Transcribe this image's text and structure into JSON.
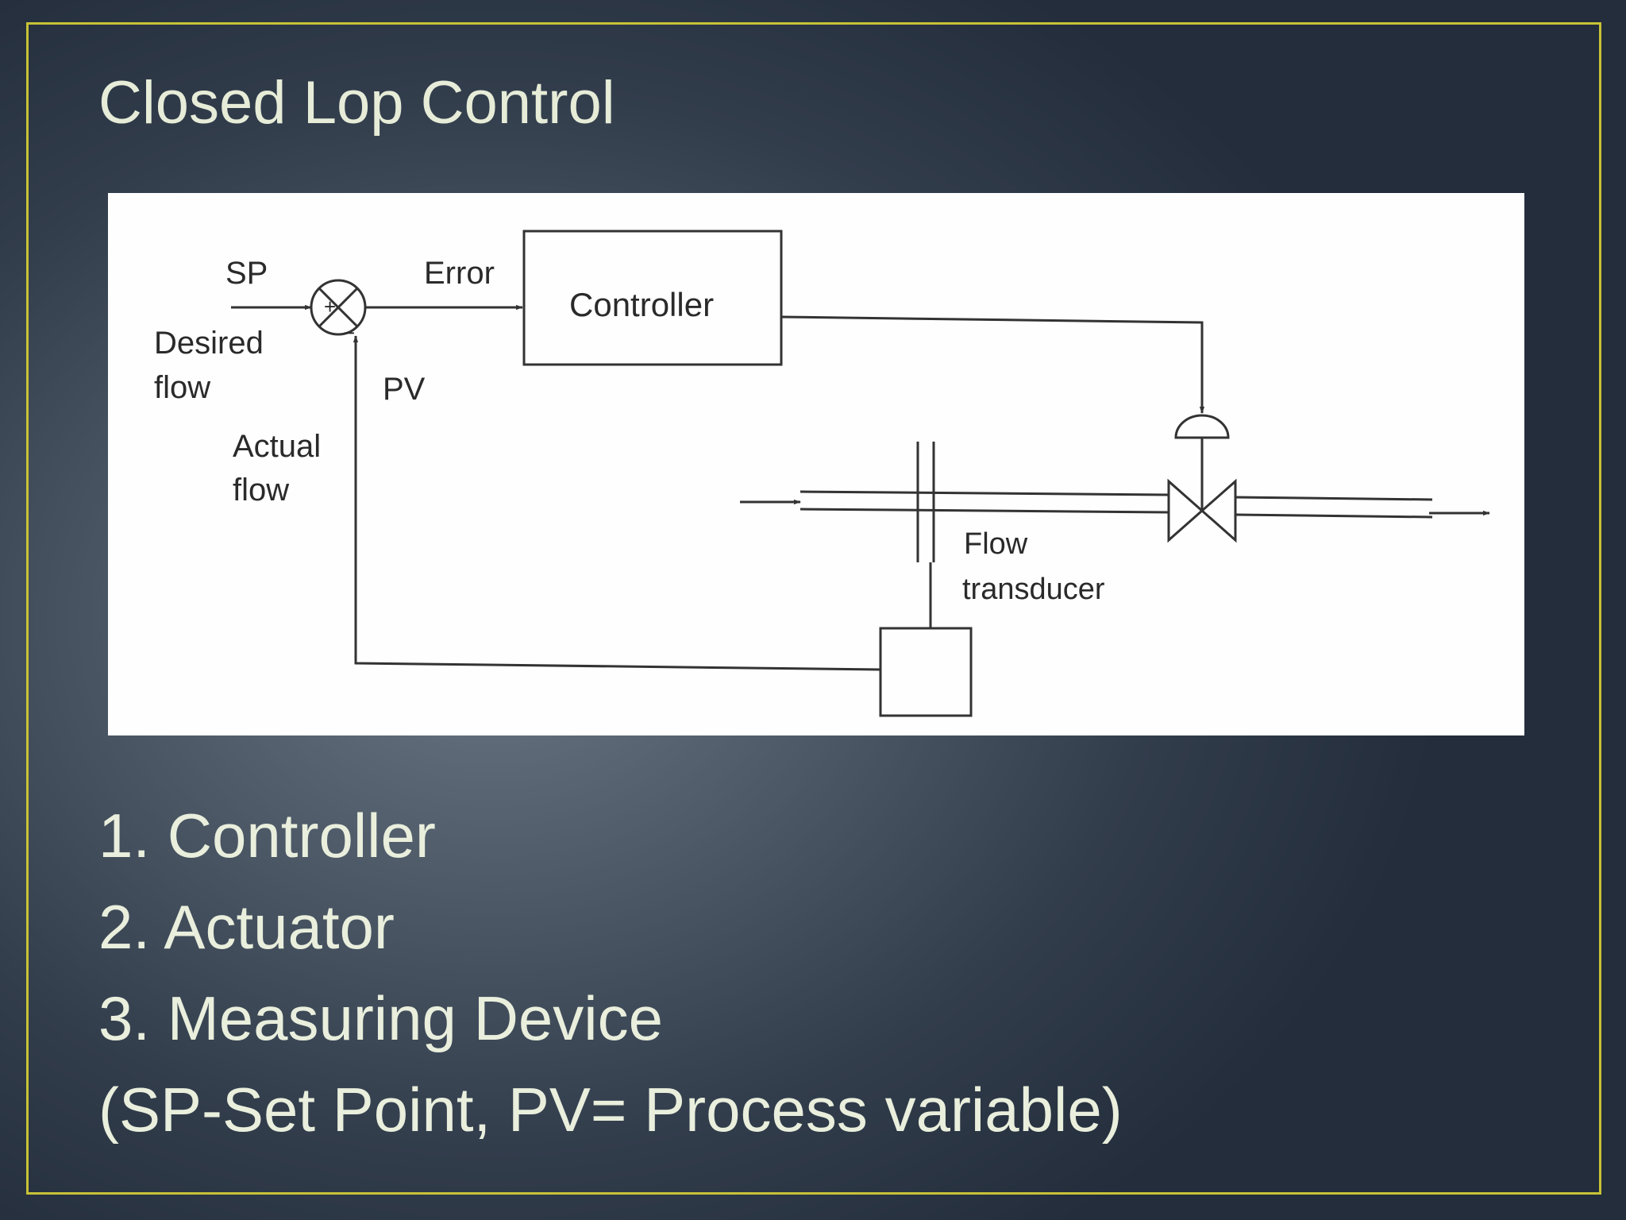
{
  "slide": {
    "title": "Closed Lop Control",
    "border_color": "#c7c237"
  },
  "diagram": {
    "labels": {
      "sp": "SP",
      "desired_flow_line1": "Desired",
      "desired_flow_line2": "flow",
      "error": "Error",
      "plus": "+",
      "minus": "−",
      "pv": "PV",
      "actual_flow_line1": "Actual",
      "actual_flow_line2": "flow",
      "controller": "Controller",
      "flow_transducer_line1": "Flow",
      "flow_transducer_line2": "transducer"
    }
  },
  "list": {
    "items": [
      "1. Controller",
      "2. Actuator",
      "3. Measuring Device",
      "(SP-Set Point, PV= Process variable)"
    ]
  }
}
